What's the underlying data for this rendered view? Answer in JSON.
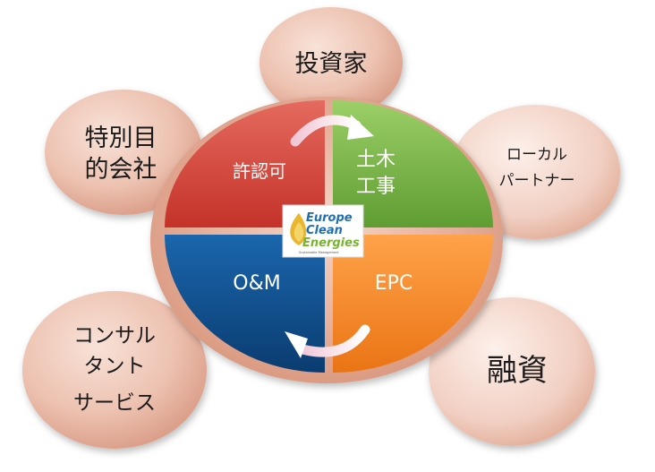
{
  "outer_circles": {
    "investor": "投資家",
    "spv": [
      "特別目",
      "的会社"
    ],
    "local_partner": [
      "ローカル",
      "パートナー"
    ],
    "consulting": [
      "コンサル",
      "タント",
      "サービス"
    ],
    "finance": "融資"
  },
  "quadrants": {
    "permits": "許認可",
    "civil": [
      "土木",
      "工事"
    ],
    "om": "O&M",
    "epc": "EPC"
  },
  "logo": {
    "line1": "Europe",
    "line2": "Clean",
    "line3": "Energies",
    "tagline": "Sustainable Management"
  },
  "colors": {
    "outer_circle": "#e8b4a3",
    "ring": "#eab0a0",
    "permits": "#d9463f",
    "civil": "#7ab648",
    "om": "#0f4f8f",
    "epc": "#f58a2c",
    "logo_blue": "#1f6fb5",
    "logo_green": "#77b52f"
  }
}
